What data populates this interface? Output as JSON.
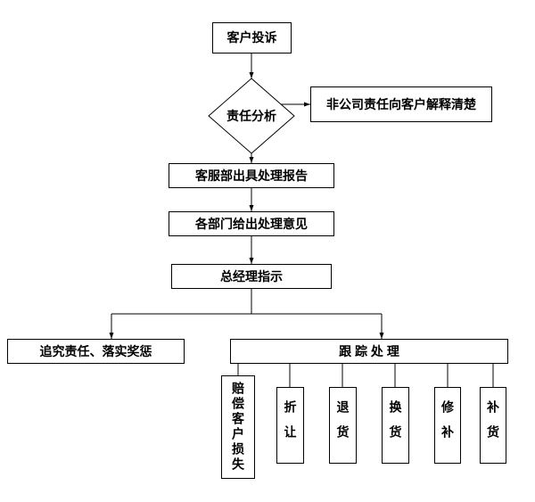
{
  "flowchart": {
    "title": "customer-complaint-handling-flow",
    "nodes": {
      "complaint": "客户投诉",
      "analysis": "责任分析",
      "explain": "非公司责任向客户解释清楚",
      "report": "客服部出具处理报告",
      "opinions": "各部门给出处理意见",
      "gm": "总经理指示",
      "accountability": "追究责任、落实奖惩",
      "tracking": "跟 踪 处 理",
      "outcomes": [
        "赔偿客户损失",
        "折让",
        "退货",
        "换货",
        "修补",
        "补货"
      ]
    },
    "colors": {
      "line": "#000000",
      "box_border": "#000000",
      "background": "#ffffff"
    }
  }
}
